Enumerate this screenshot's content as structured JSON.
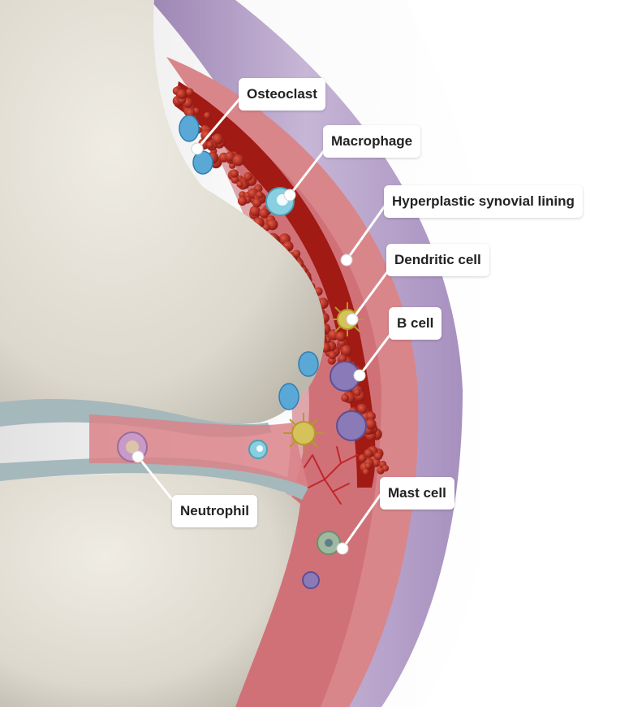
{
  "labels": {
    "osteoclast": "Osteoclast",
    "macrophage": "Macrophage",
    "synovial": "Hyperplastic synovial lining",
    "dendritic": "Dendritic cell",
    "bcell": "B cell",
    "mastcell": "Mast cell",
    "neutrophil": "Neutrophil"
  },
  "colors": {
    "bone": "#e8e4da",
    "tissue": "#d9868a",
    "synovium": "#b0392d",
    "blood_cell": "#a11a13",
    "capsule": "#b9a6c8",
    "skin": "#f2f2f2",
    "osteoclast_cell": "#5aa8d6",
    "macrophage_cell": "#88cfe0",
    "dendritic_cell": "#d6c25a",
    "b_cell": "#8a7ab8",
    "mast_cell": "#9fb9a0",
    "neutrophil_cell": "#c99ac8"
  }
}
